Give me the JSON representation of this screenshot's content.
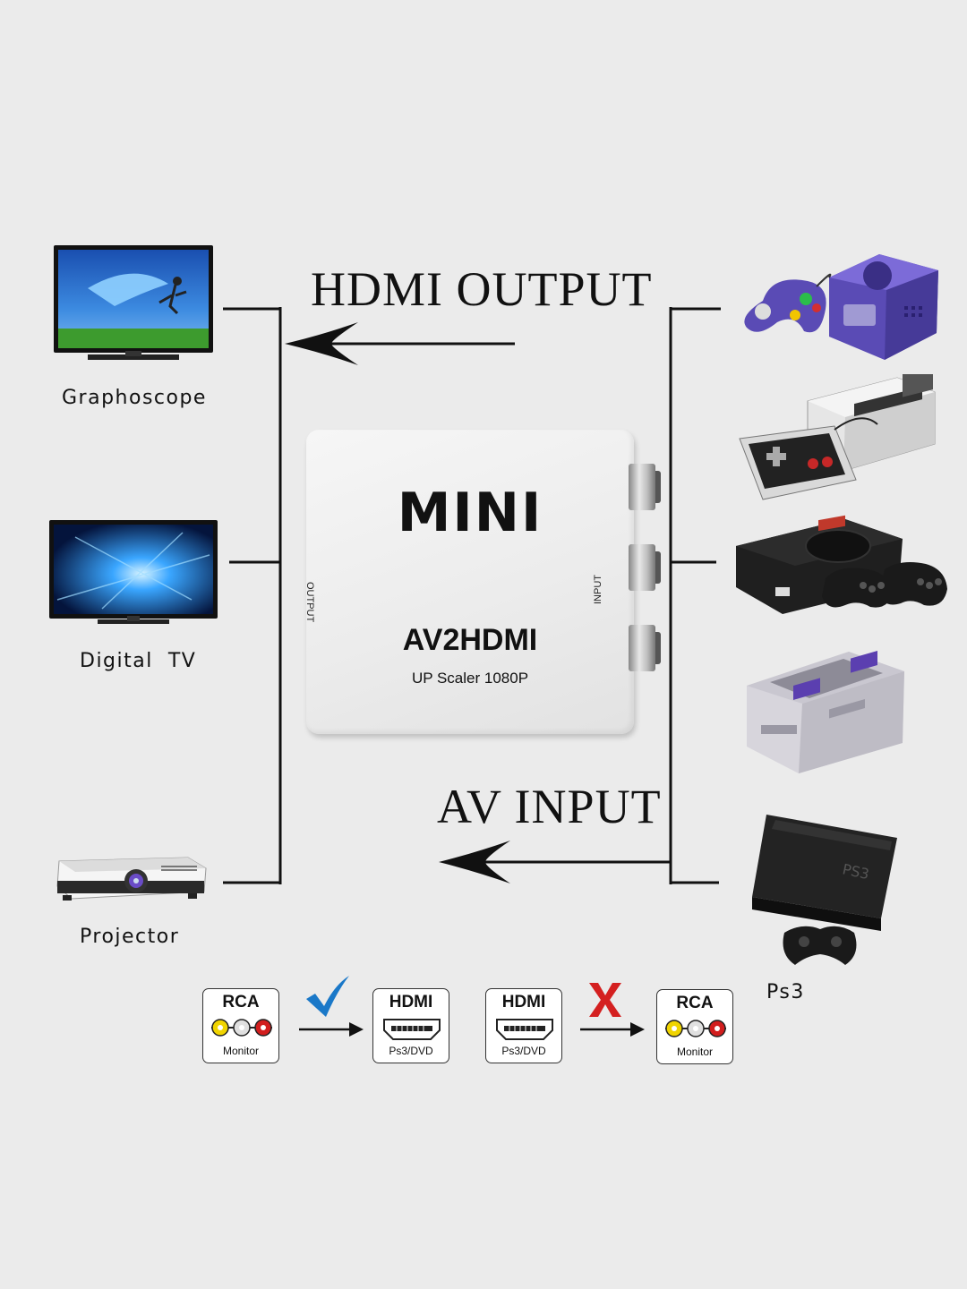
{
  "titles": {
    "hdmi_output": "HDMI OUTPUT",
    "av_input": "AV INPUT"
  },
  "outputs": [
    {
      "label": "Graphoscope",
      "icon": "tv-icon"
    },
    {
      "label": "Digital  TV",
      "icon": "tv-icon"
    },
    {
      "label": "Projector",
      "icon": "projector-icon"
    }
  ],
  "inputs": [
    {
      "label": "",
      "icon": "gamecube-console-icon"
    },
    {
      "label": "",
      "icon": "nes-console-icon"
    },
    {
      "label": "",
      "icon": "sega-genesis-console-icon"
    },
    {
      "label": "",
      "icon": "snes-console-icon"
    },
    {
      "label": "Ps3",
      "icon": "ps3-console-icon"
    }
  ],
  "adapter": {
    "brand": "MINI",
    "model": "AV2HDMI",
    "subtitle": "UP Scaler 1080P",
    "output_port": "OUTPUT",
    "input_port": "INPUT"
  },
  "compat": {
    "supported": {
      "from_title": "RCA",
      "from_sub": "Monitor",
      "to_title": "HDMI",
      "to_sub": "Ps3/DVD",
      "mark": "check-icon"
    },
    "unsupported": {
      "from_title": "HDMI",
      "from_sub": "Ps3/DVD",
      "to_title": "RCA",
      "to_sub": "Monitor",
      "mark": "cross-icon"
    }
  },
  "colors": {
    "background": "#ebebeb",
    "check": "#1a78c8",
    "cross": "#d42020",
    "rca_yellow": "#f0d400",
    "rca_white": "#e0e0e0",
    "rca_red": "#d21e1e"
  }
}
